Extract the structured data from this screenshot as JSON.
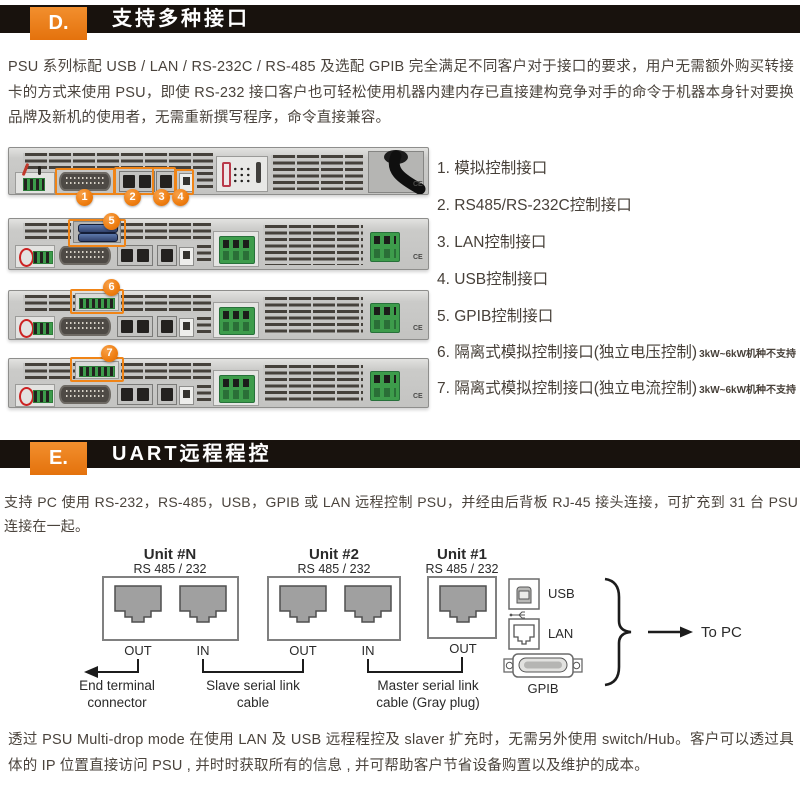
{
  "sections": {
    "d": {
      "label": "D.",
      "title": "支持多种接口"
    },
    "e": {
      "label": "E.",
      "title": "UART远程程控"
    }
  },
  "paragraphs": {
    "intro": "PSU 系列标配 USB / LAN / RS-232C / RS-485 及选配 GPIB 完全满足不同客户对于接口的要求，用户无需额外购买转接卡的方式来使用 PSU，即使 RS-232 接口客户也可轻松使用机器内建内存已直接建构竞争对手的命令于机器本身针对要换品牌及新机的使用者，无需重新撰写程序，命令直接兼容。",
    "uart": "支持 PC 使用 RS-232，RS-485，USB，GPIB 或 LAN 远程控制 PSU，并经由后背板 RJ-45 接头连接，可扩充到 31 台 PSU 连接在一起。",
    "multidrop": "透过 PSU Multi-drop mode 在使用 LAN 及 USB 远程程控及 slaver 扩充时，无需另外使用 switch/Hub。客户可以透过具体的 IP 位置直接访问 PSU , 并时时获取所有的信息 , 并可帮助客户节省设备购置以及维护的成本。"
  },
  "interface_list": [
    {
      "num": "1.",
      "label": "模拟控制接口",
      "note": ""
    },
    {
      "num": "2.",
      "label": "RS485/RS-232C控制接口",
      "note": ""
    },
    {
      "num": "3.",
      "label": "LAN控制接口",
      "note": ""
    },
    {
      "num": "4.",
      "label": "USB控制接口",
      "note": ""
    },
    {
      "num": "5.",
      "label": "GPIB控制接口",
      "note": ""
    },
    {
      "num": "6.",
      "label": "隔离式模拟控制接口(独立电压控制)",
      "note": "3kW~6kW机种不支持"
    },
    {
      "num": "7.",
      "label": "隔离式模拟控制接口(独立电流控制)",
      "note": "3kW~6kW机种不支持"
    }
  ],
  "callouts": [
    "1",
    "2",
    "3",
    "4",
    "5",
    "6",
    "7"
  ],
  "panels": {
    "ce": "CE"
  },
  "diagram": {
    "units": [
      {
        "name": "Unit #N",
        "bus": "RS 485 / 232",
        "out": "OUT",
        "in": "IN"
      },
      {
        "name": "Unit #2",
        "bus": "RS 485 / 232",
        "out": "OUT",
        "in": "IN"
      },
      {
        "name": "Unit #1",
        "bus": "RS 485 / 232",
        "out": "OUT"
      }
    ],
    "end_terminal": {
      "l1": "End terminal",
      "l2": "connector"
    },
    "slave": {
      "l1": "Slave serial link",
      "l2": "cable"
    },
    "master": {
      "l1": "Master serial link",
      "l2": "cable (Gray plug)"
    },
    "legend": {
      "usb": "USB",
      "lan": "LAN",
      "gpib": "GPIB"
    },
    "to_pc": "To PC"
  },
  "colors": {
    "accent": "#EE7D10",
    "header_bg": "#18120D",
    "text": "#4A433C"
  }
}
